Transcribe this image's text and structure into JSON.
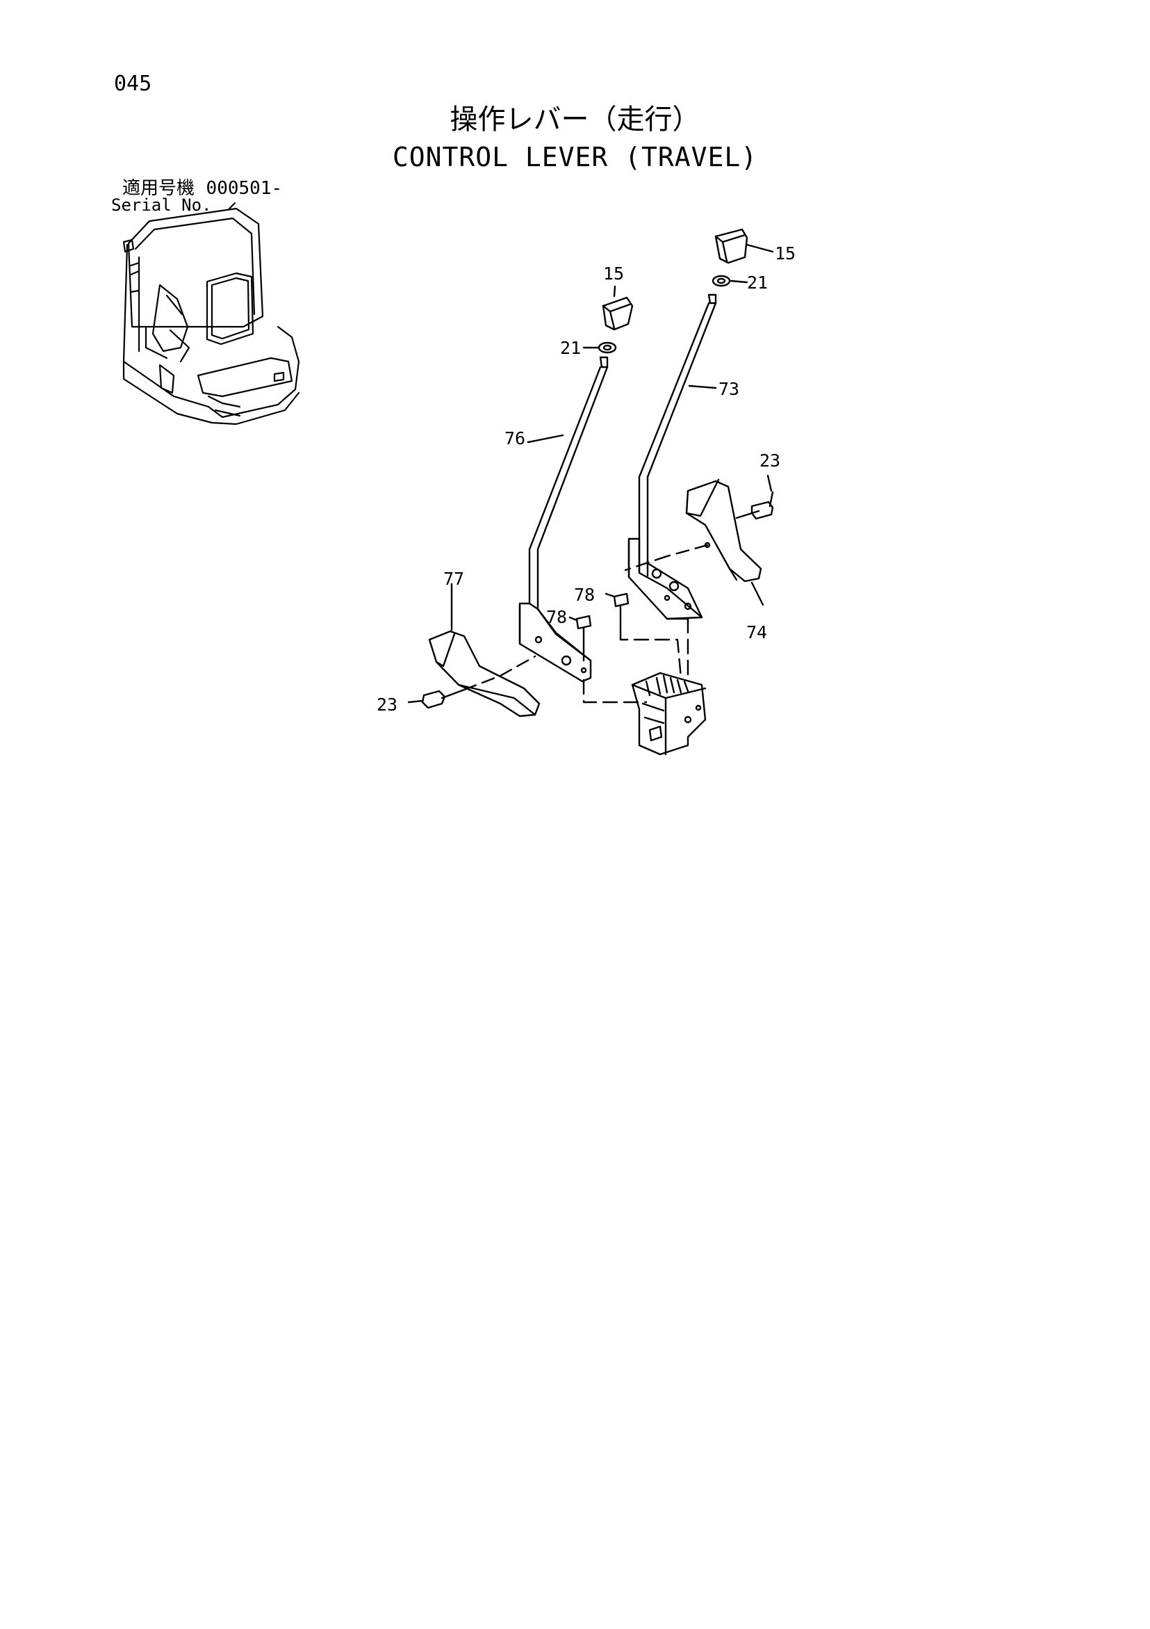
{
  "page_number": "045",
  "title_jp": "操作レバー（走行）",
  "title_en": "CONTROL LEVER (TRAVEL)",
  "serial": {
    "label_jp": "適用号機",
    "value": "000501-",
    "label_en": "Serial No."
  },
  "callouts": {
    "c15_left": "15",
    "c15_right": "15",
    "c21_left": "21",
    "c21_right": "21",
    "c73": "73",
    "c76": "76",
    "c23_right": "23",
    "c23_left": "23",
    "c77": "77",
    "c78_upper": "78",
    "c78_lower": "78",
    "c74": "74"
  }
}
